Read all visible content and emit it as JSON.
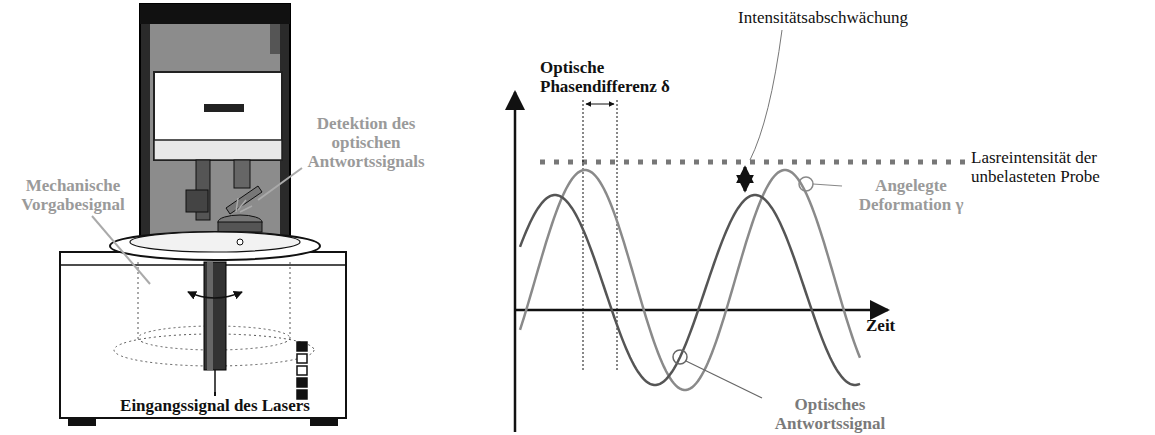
{
  "diagram": {
    "labels": [
      "Detektion des optischen Antwortssignals",
      "Mechanische Vorgabesignal",
      "Eingangssignal des Lasers",
      "Optische Phasendifferenz δ",
      "Intensitätsabschwächung",
      "Lasreintensität der unbelasteten Probe",
      "Angelegte Deformation γ",
      "Zeit",
      "Optisches Antwortssignal"
    ]
  }
}
